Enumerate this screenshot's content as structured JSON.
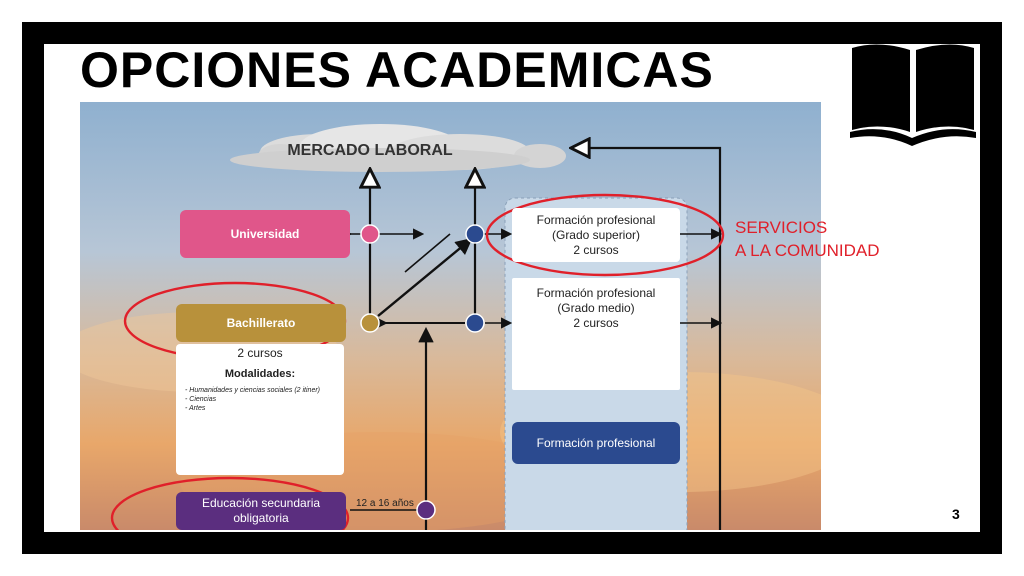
{
  "slide": {
    "title": "OPCIONES ACADEMICAS",
    "page_number": "3",
    "side_note_line1": "SERVICIOS",
    "side_note_line2": "A LA COMUNIDAD",
    "book_icon": "open-book-icon"
  },
  "diagram": {
    "cloud_label": "MERCADO LABORAL",
    "universidad": "Universidad",
    "bachillerato": "Bachillerato",
    "bachillerato_duration": "2 cursos",
    "modalidades_title": "Modalidades:",
    "modalidades_items": [
      "- Humanidades y ciencias sociales (2 itiner)",
      "- Ciencias",
      "- Artes"
    ],
    "eso_line1": "Educación secundaria",
    "eso_line2": "obligatoria",
    "eso_age": "12 a 16 años",
    "fp_superior": [
      "Formación profesional",
      "(Grado superior)",
      "2 cursos"
    ],
    "fp_medio": [
      "Formación profesional",
      "(Grado medio)",
      "2 cursos"
    ],
    "fp_basica": "Formación profesional"
  },
  "colors": {
    "universidad": "#e0568a",
    "bachillerato": "#b8913b",
    "eso": "#5b2e7f",
    "fp": "#2b4a8f",
    "highlight": "#e0202a"
  }
}
